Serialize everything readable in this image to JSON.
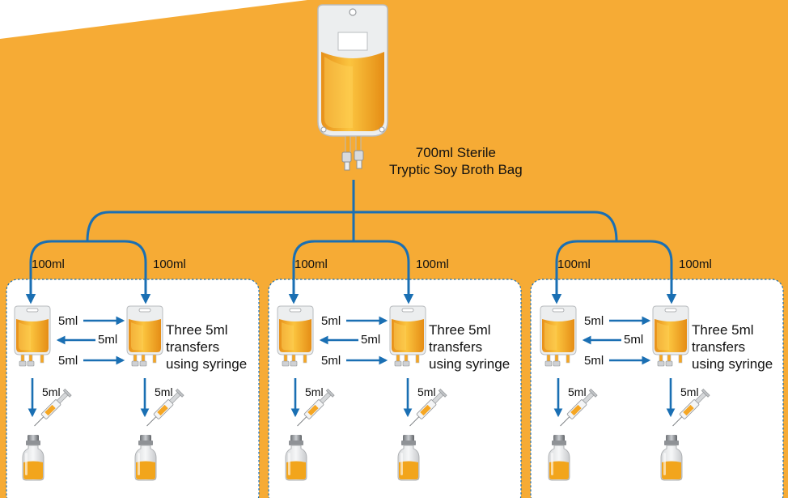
{
  "source": {
    "line1": "700ml Sterile",
    "line2": "Tryptic Soy Broth Bag"
  },
  "groups": [
    {
      "left_split_label": "100ml",
      "right_split_label": "100ml",
      "transfers": [
        "5ml",
        "5ml",
        "5ml"
      ],
      "note_lines": [
        "Three 5ml",
        "transfers",
        "using syringe"
      ],
      "down_left_label": "5ml",
      "down_right_label": "5ml"
    },
    {
      "left_split_label": "100ml",
      "right_split_label": "100ml",
      "transfers": [
        "5ml",
        "5ml",
        "5ml"
      ],
      "note_lines": [
        "Three 5ml",
        "transfers",
        "using syringe"
      ],
      "down_left_label": "5ml",
      "down_right_label": "5ml"
    },
    {
      "left_split_label": "100ml",
      "right_split_label": "100ml",
      "transfers": [
        "5ml",
        "5ml",
        "5ml"
      ],
      "note_lines": [
        "Three 5ml",
        "transfers",
        "using syringe"
      ],
      "down_left_label": "5ml",
      "down_right_label": "5ml"
    }
  ],
  "colors": {
    "background": "#f6ab35",
    "arrow": "#1a6fb3",
    "broth": "#f2a51c",
    "panel_border": "#1a6fb3",
    "panel_fill": "#ffffff"
  }
}
